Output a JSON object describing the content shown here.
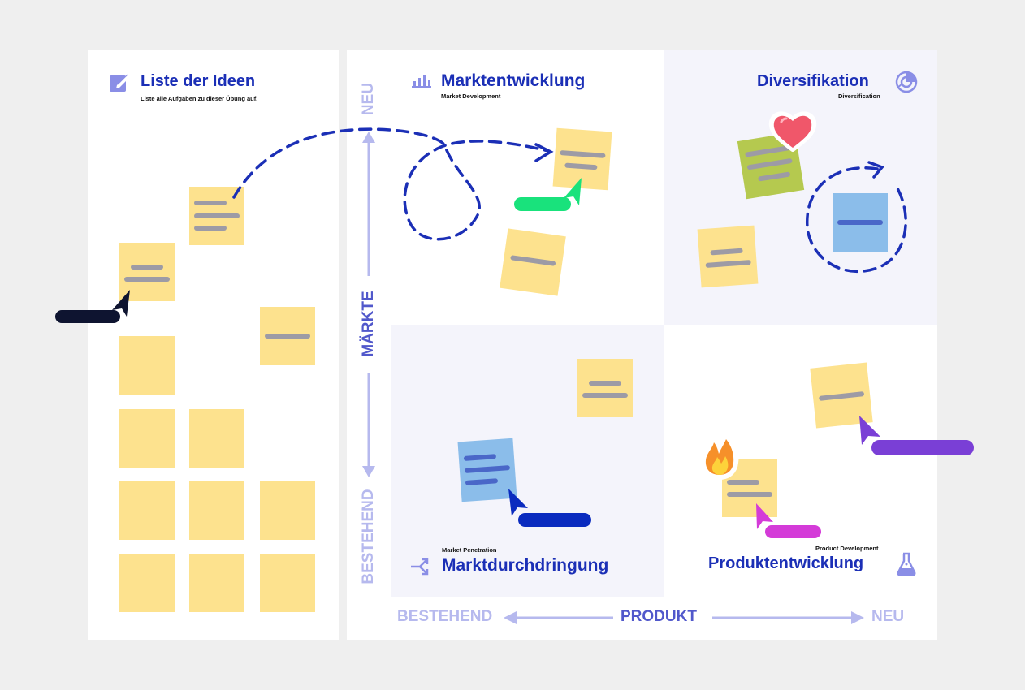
{
  "ideas": {
    "title": "Liste der Ideen",
    "subtitle": "Liste alle Aufgaben zu dieser Übung auf."
  },
  "quadrants": {
    "market_development": {
      "title": "Marktentwicklung",
      "subtitle": "Market Development"
    },
    "diversification": {
      "title": "Diversifikation",
      "subtitle": "Diversification"
    },
    "market_penetration": {
      "title": "Marktdurchdringung",
      "subtitle": "Market Penetration"
    },
    "product_development": {
      "title": "Produktentwicklung",
      "subtitle": "Product Development"
    }
  },
  "axes": {
    "vertical": {
      "top": "NEU",
      "middle": "MÄRKTE",
      "bottom": "BESTEHEND"
    },
    "horizontal": {
      "left": "BESTEHEND",
      "middle": "PRODUKT",
      "right": "NEU"
    }
  },
  "icons": {
    "ideas": "edit-icon",
    "market_development": "bar-chart-icon",
    "diversification": "pie-chart-icon",
    "market_penetration": "split-arrows-icon",
    "product_development": "flask-icon",
    "heart": "heart-icon",
    "fire": "fire-icon"
  },
  "colors": {
    "accent": "#1b2fb6",
    "sticky_yellow": "#fde28e",
    "sticky_blue": "#8bbdea",
    "sticky_green": "#b5c94f",
    "cursor_navy": "#0e1430",
    "cursor_green": "#19e27c",
    "cursor_blue": "#0a2bbf",
    "cursor_magenta": "#d43bd8",
    "cursor_purple": "#7a3fd6"
  }
}
